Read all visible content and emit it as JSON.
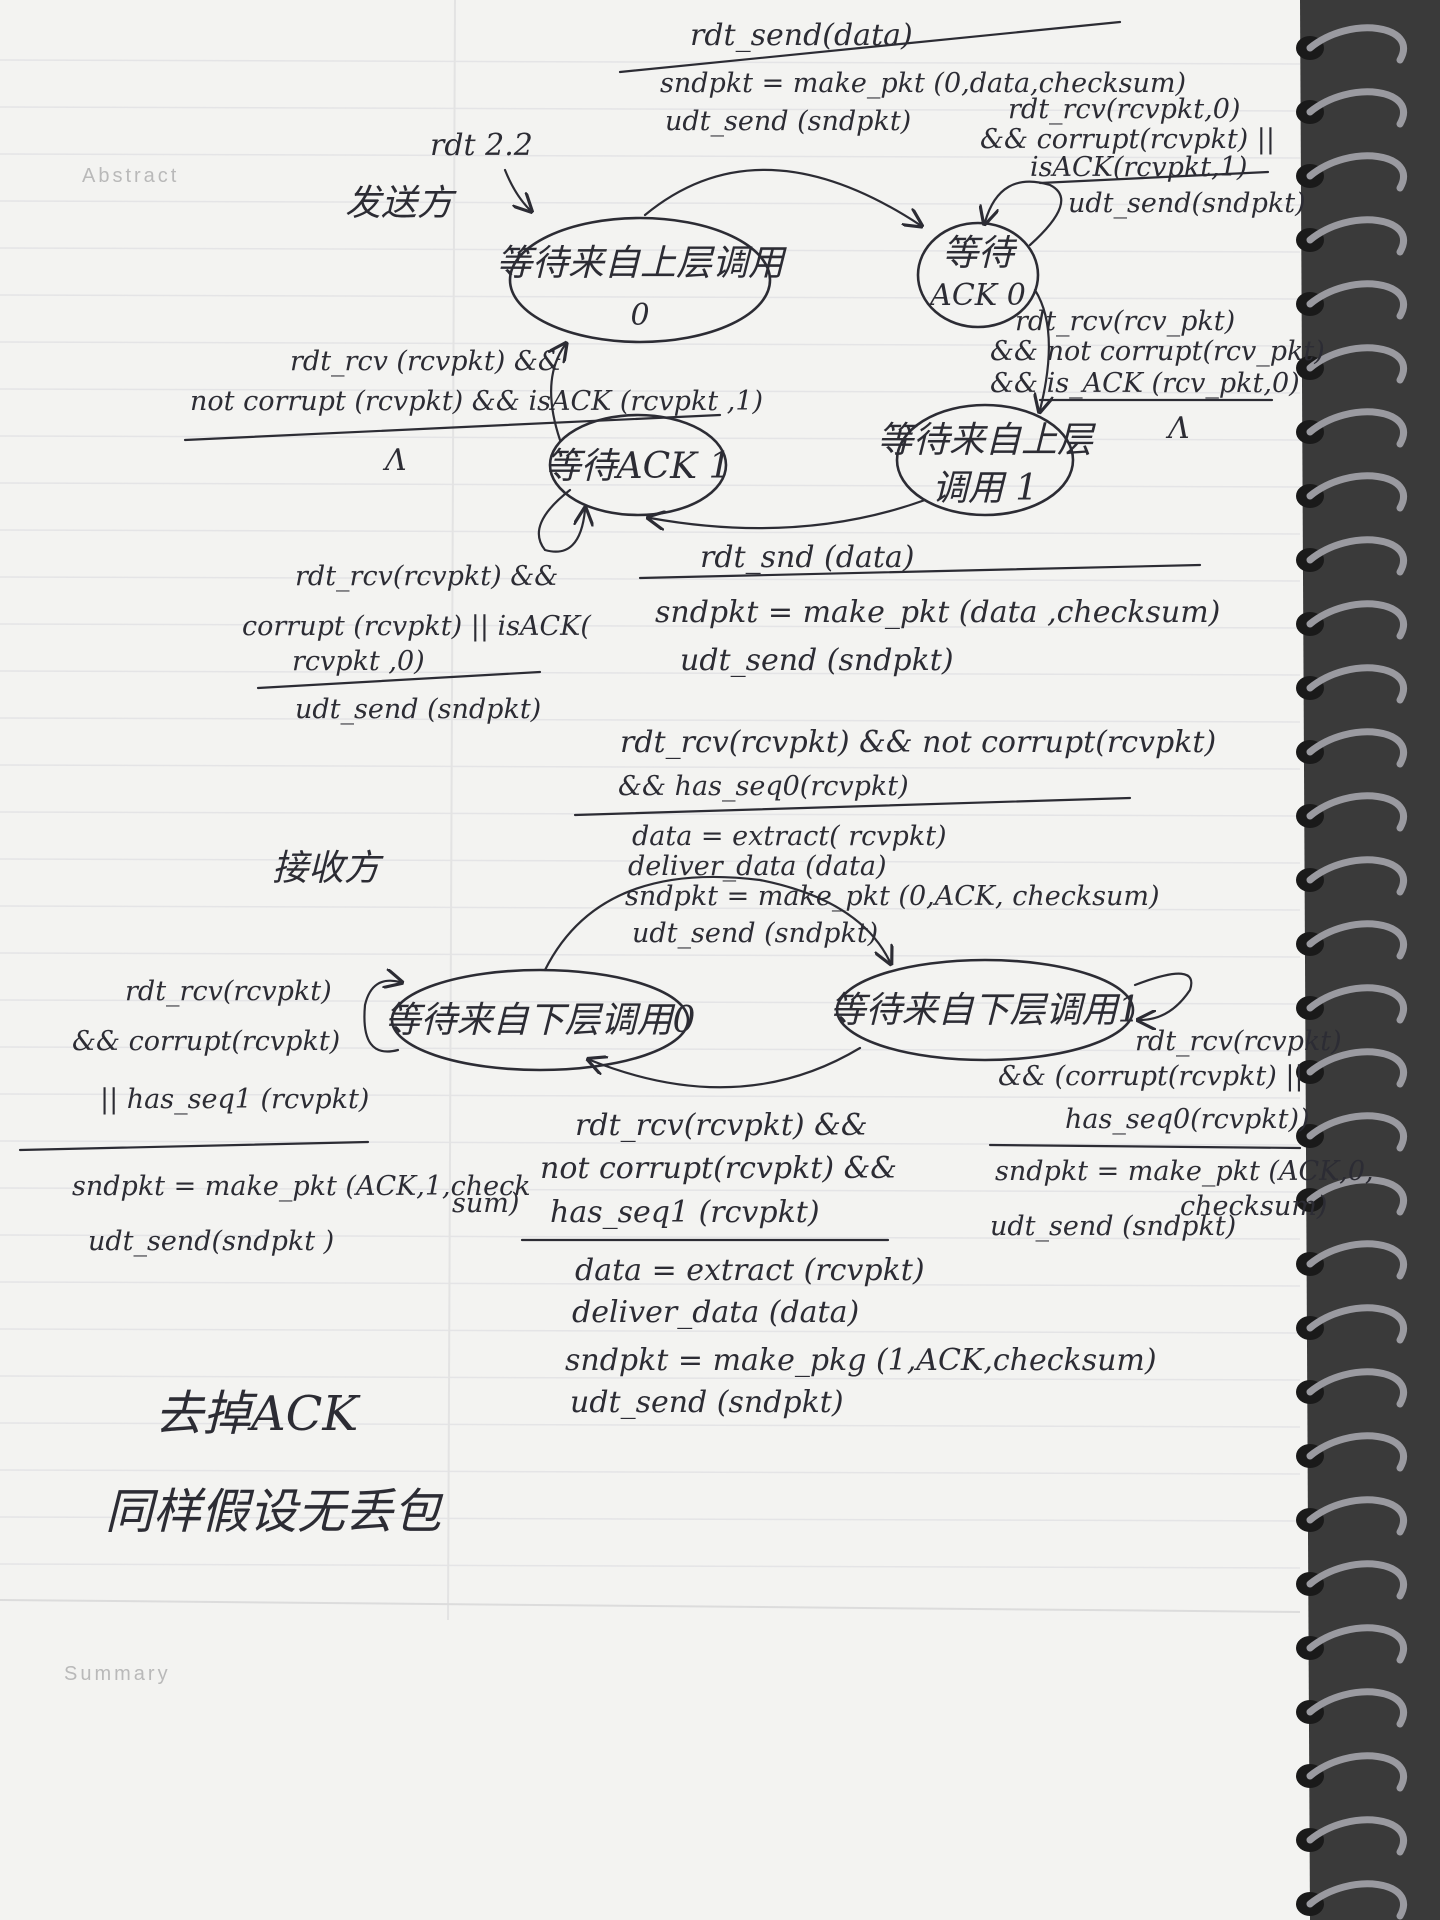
{
  "printed": {
    "abstract": "Abstract",
    "summary": "Summary"
  },
  "colors": {
    "paper": "#f4f4f2",
    "rule": "#dcdcdc",
    "ink": "#2c2c34",
    "margin": "#e2e2e2"
  },
  "sender": {
    "label": "发送方",
    "version": "rdt 2.2",
    "states": {
      "wait_call0": {
        "line1": "等待来自上层调用",
        "line2": "0"
      },
      "wait_ack0": {
        "line1": "等待",
        "line2": "ACK 0"
      },
      "wait_call1": {
        "line1": "等待来自上层",
        "line2": "调用 1"
      },
      "wait_ack1": {
        "line1": "等待ACK 1"
      }
    },
    "t_send0": {
      "event": "rdt_send(data)",
      "a1": "sndpkt = make_pkt (0,data,checksum)",
      "a2": "udt_send (sndpkt)"
    },
    "t_ack0_loop": {
      "e1": "rdt_rcv(rcvpkt,0)",
      "e2": "&& corrupt(rcvpkt) ||",
      "e3": "isACK(rcvpkt,1)",
      "a1": "udt_send(sndpkt)"
    },
    "t_ack0_ok": {
      "e1": "rdt_rcv(rcv_pkt)",
      "e2": "&& not corrupt(rcv_pkt)",
      "e3": "&& is_ACK (rcv_pkt,0)",
      "a1": "Λ"
    },
    "t_send1": {
      "event": "rdt_snd (data)",
      "a1": "sndpkt = make_pkt (data ,checksum)",
      "a2": "udt_send (sndpkt)"
    },
    "t_ack1_loop": {
      "e1": "rdt_rcv(rcvpkt) &&",
      "e2": "corrupt (rcvpkt) || isACK(",
      "e3": "rcvpkt ,0)",
      "a1": "udt_send (sndpkt)"
    },
    "t_ack1_ok": {
      "e1": "rdt_rcv (rcvpkt) &&",
      "e2": "not corrupt (rcvpkt) && isACK (rcvpkt ,1)",
      "a1": "Λ"
    }
  },
  "receiver": {
    "label": "接收方",
    "states": {
      "wait_below0": {
        "line1": "等待来自下层调用0"
      },
      "wait_below1": {
        "line1": "等待来自下层调用1"
      }
    },
    "t_recv0": {
      "e1": "rdt_rcv(rcvpkt) && not corrupt(rcvpkt)",
      "e2": "&& has_seq0(rcvpkt)",
      "a1": "data = extract( rcvpkt)",
      "a2": "deliver_data (data)",
      "a3": "sndpkt = make_pkt (0,ACK, checksum)",
      "a4": "udt_send (sndpkt)"
    },
    "t_loop0": {
      "e1": "rdt_rcv(rcvpkt)",
      "e2": "&& corrupt(rcvpkt)",
      "e3": "|| has_seq1 (rcvpkt)",
      "a1": "sndpkt = make_pkt (ACK,1,check",
      "a1b": "sum)",
      "a2": "udt_send(sndpkt )"
    },
    "t_loop1": {
      "e1": "rdt_rcv(rcvpkt)",
      "e2": "&& (corrupt(rcvpkt) ||",
      "e3": "has_seq0(rcvpkt))",
      "a1": "sndpkt = make_pkt (ACK,0,",
      "a1b": "checksum)",
      "a2": "udt_send (sndpkt)"
    },
    "t_recv1": {
      "e1": "rdt_rcv(rcvpkt) &&",
      "e2": "not corrupt(rcvpkt) &&",
      "e3": "has_seq1 (rcvpkt)",
      "a1": "data = extract (rcvpkt)",
      "a2": "deliver_data (data)",
      "a3": "sndpkt = make_pkg (1,ACK,checksum)",
      "a4": "udt_send (sndpkt)"
    }
  },
  "notes": {
    "line1": "去掉ACK",
    "line2": "同样假设无丢包"
  }
}
